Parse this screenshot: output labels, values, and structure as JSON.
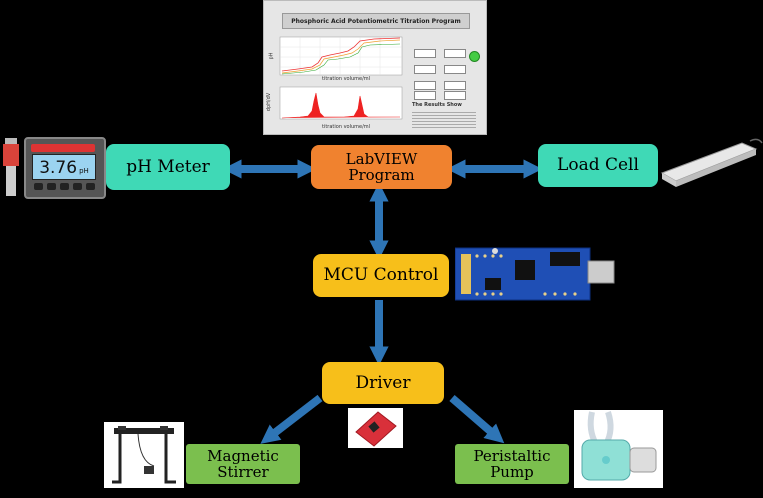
{
  "software_panel": {
    "title": "Phosphoric Acid Potentiometric Titration Program",
    "plot1_xlabel": "titration volume/ml",
    "plot2_xlabel": "titration volume/ml",
    "plot1_ylabel": "pH",
    "plot2_ylabel": "dpH/dV",
    "results_heading": "The Results Show"
  },
  "nodes": {
    "labview": "LabVIEW\nProgram",
    "ph_meter": "pH Meter",
    "load_cell": "Load Cell",
    "mcu": "MCU Control",
    "driver": "Driver",
    "stirrer": "Magnetic\nStirrer",
    "pump": "Peristaltic\nPump"
  },
  "ph_display": "3.76",
  "ph_unit": "pH",
  "colors": {
    "arrow": "#2e75b6",
    "teal": "#3fd9b6",
    "orange": "#f0822f",
    "yellow": "#f7bf1a",
    "green": "#7bbf4e"
  }
}
